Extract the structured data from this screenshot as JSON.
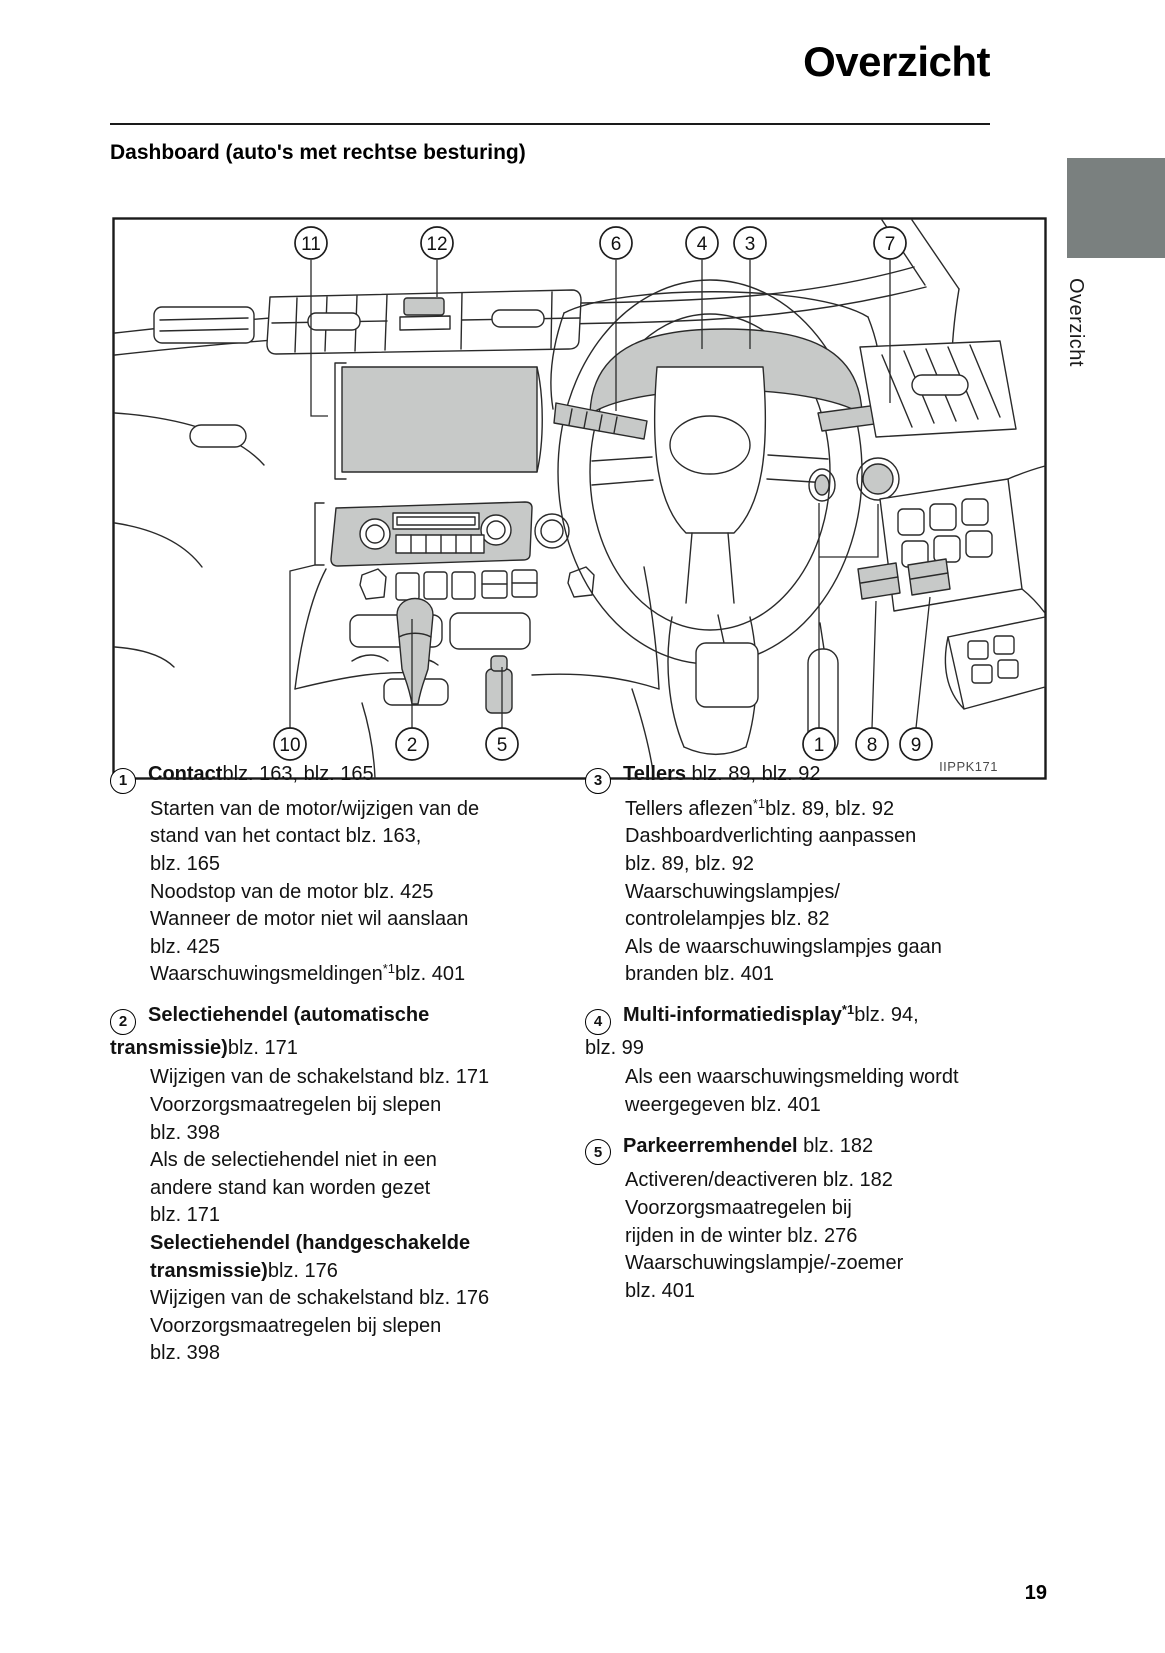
{
  "page": {
    "title": "Overzicht",
    "section_heading": "Dashboard (auto's met rechtse besturing)",
    "side_tab_label": "Overzicht",
    "page_number": "19"
  },
  "diagram": {
    "image_code": "IIPPK171",
    "callouts": {
      "c1": "1",
      "c2": "2",
      "c3": "3",
      "c4": "4",
      "c5": "5",
      "c6": "6",
      "c7": "7",
      "c8": "8",
      "c9": "9",
      "c10": "10",
      "c11": "11",
      "c12": "12"
    }
  },
  "legend": {
    "left": [
      {
        "type": "header",
        "num": "1",
        "line1": [
          {
            "t": "Contact",
            "b": true
          },
          {
            "t": "blz. 163, blz. 165"
          }
        ]
      },
      {
        "type": "line",
        "segs": "Starten van de motor/wijzigen van de"
      },
      {
        "type": "line",
        "segs": "stand van het contact blz. 163,"
      },
      {
        "type": "line",
        "segs": "blz. 165"
      },
      {
        "type": "line",
        "segs": "Noodstop van de motor blz. 425"
      },
      {
        "type": "line",
        "segs": "Wanneer de motor niet wil aanslaan"
      },
      {
        "type": "line",
        "segs": "blz. 425"
      },
      {
        "type": "line",
        "segs": [
          {
            "t": "Waarschuwingsmeldingen"
          },
          {
            "t": "*1",
            "sup": true
          },
          {
            "t": "blz. 401"
          }
        ]
      },
      {
        "type": "header",
        "num": "2",
        "line1": [
          {
            "t": "Selectiehendel (automatische",
            "b": true
          }
        ],
        "line2": [
          {
            "t": "transmissie)",
            "b": true
          },
          {
            "t": "blz. 171"
          }
        ]
      },
      {
        "type": "line",
        "segs": "Wijzigen van de schakelstand blz. 171"
      },
      {
        "type": "line",
        "segs": "Voorzorgsmaatregelen bij slepen"
      },
      {
        "type": "line",
        "segs": "blz. 398"
      },
      {
        "type": "line",
        "segs": "Als de selectiehendel niet in een"
      },
      {
        "type": "line",
        "segs": "andere stand kan worden gezet"
      },
      {
        "type": "line",
        "segs": "blz. 171"
      },
      {
        "type": "line",
        "segs": [
          {
            "t": "Selectiehendel (handgeschakelde",
            "b": true
          }
        ]
      },
      {
        "type": "line",
        "segs": [
          {
            "t": "transmissie)",
            "b": true
          },
          {
            "t": "blz. 176"
          }
        ]
      },
      {
        "type": "line",
        "segs": "Wijzigen van de schakelstand blz. 176"
      },
      {
        "type": "line",
        "segs": "Voorzorgsmaatregelen bij slepen"
      },
      {
        "type": "line",
        "segs": "blz. 398"
      }
    ],
    "right": [
      {
        "type": "header",
        "num": "3",
        "line1": [
          {
            "t": "Tellers",
            "b": true
          },
          {
            "t": " blz. 89, blz. 92"
          }
        ]
      },
      {
        "type": "line",
        "segs": [
          {
            "t": "Tellers aflezen"
          },
          {
            "t": "*1",
            "sup": true
          },
          {
            "t": "blz. 89, blz. 92"
          }
        ]
      },
      {
        "type": "line",
        "segs": "Dashboardverlichting aanpassen"
      },
      {
        "type": "line",
        "segs": "blz. 89, blz. 92"
      },
      {
        "type": "line",
        "segs": "Waarschuwingslampjes/"
      },
      {
        "type": "line",
        "segs": "controlelampjes blz. 82"
      },
      {
        "type": "line",
        "segs": "Als de waarschuwingslampjes gaan"
      },
      {
        "type": "line",
        "segs": "branden blz. 401"
      },
      {
        "type": "header",
        "num": "4",
        "line1": [
          {
            "t": "Multi-informatiedisplay",
            "b": true
          },
          {
            "t": "*1",
            "b": true,
            "sup": true
          },
          {
            "t": "blz. 94,"
          }
        ],
        "line2": [
          {
            "t": "blz. 99"
          }
        ]
      },
      {
        "type": "line",
        "segs": "Als een waarschuwingsmelding wordt"
      },
      {
        "type": "line",
        "segs": "weergegeven blz. 401"
      },
      {
        "type": "header",
        "num": "5",
        "line1": [
          {
            "t": "Parkeerremhendel",
            "b": true
          },
          {
            "t": " blz. 182"
          }
        ]
      },
      {
        "type": "line",
        "segs": "Activeren/deactiveren blz. 182"
      },
      {
        "type": "line",
        "segs": "Voorzorgsmaatregelen bij"
      },
      {
        "type": "line",
        "segs": "rijden in de winter blz. 276"
      },
      {
        "type": "line",
        "segs": "Waarschuwingslampje/-zoemer"
      },
      {
        "type": "line",
        "segs": "blz. 401"
      }
    ]
  }
}
